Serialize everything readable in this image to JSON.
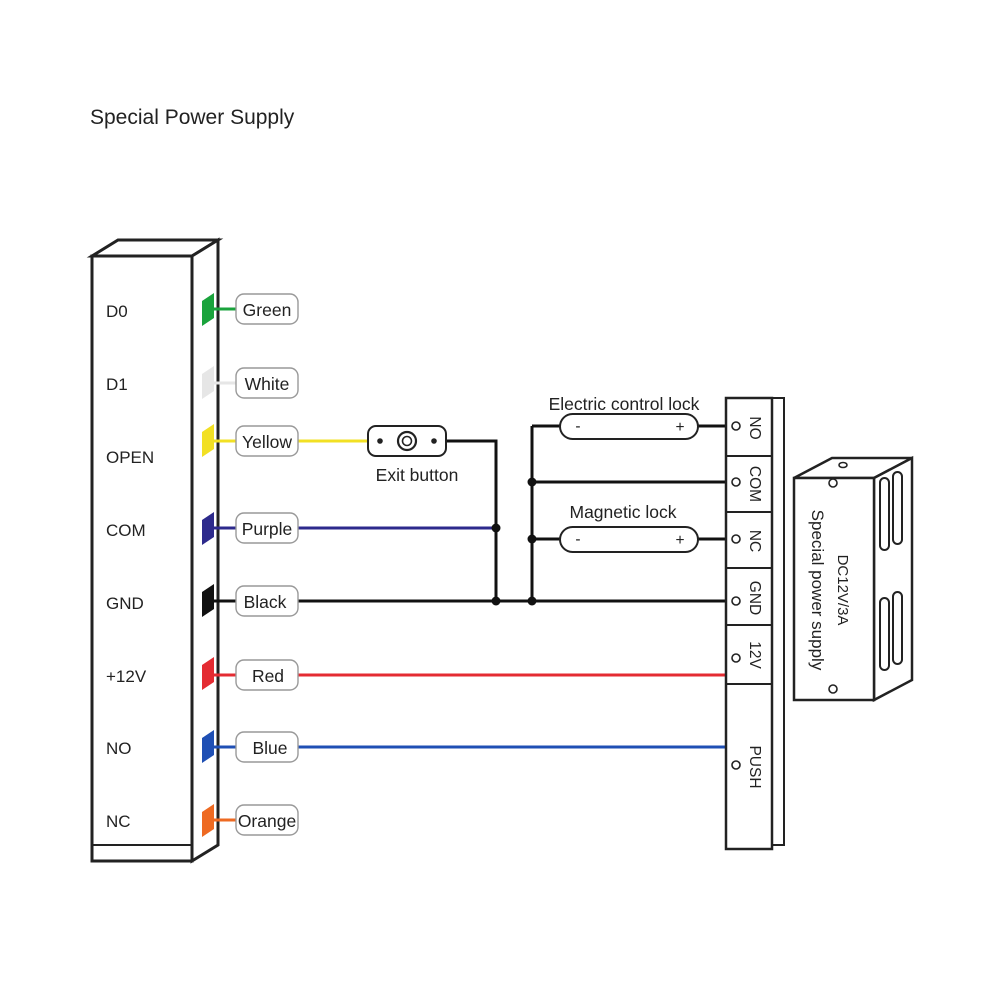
{
  "title": "Special Power Supply",
  "controller": {
    "pins": [
      "D0",
      "D1",
      "OPEN",
      "COM",
      "GND",
      "+12V",
      "NO",
      "NC"
    ]
  },
  "wires": [
    {
      "label": "Green",
      "color": "#1aa33c"
    },
    {
      "label": "White",
      "color": "#e6e6e6"
    },
    {
      "label": "Yellow",
      "color": "#f2e024"
    },
    {
      "label": "Purple",
      "color": "#2d2a8c"
    },
    {
      "label": "Black",
      "color": "#111111"
    },
    {
      "label": "Red",
      "color": "#e42b32"
    },
    {
      "label": "Blue",
      "color": "#1f4fb4"
    },
    {
      "label": "Orange",
      "color": "#ee6a22"
    }
  ],
  "exit_button_label": "Exit button",
  "electric_lock": {
    "label": "Electric control lock",
    "minus": "-",
    "plus": "+"
  },
  "magnetic_lock": {
    "label": "Magnetic lock",
    "minus": "-",
    "plus": "+"
  },
  "terminal_block": {
    "terminals": [
      "NO",
      "COM",
      "NC",
      "GND",
      "12V",
      "PUSH"
    ]
  },
  "power_supply": {
    "rating": "DC12V/3A",
    "name": "Special power supply"
  }
}
